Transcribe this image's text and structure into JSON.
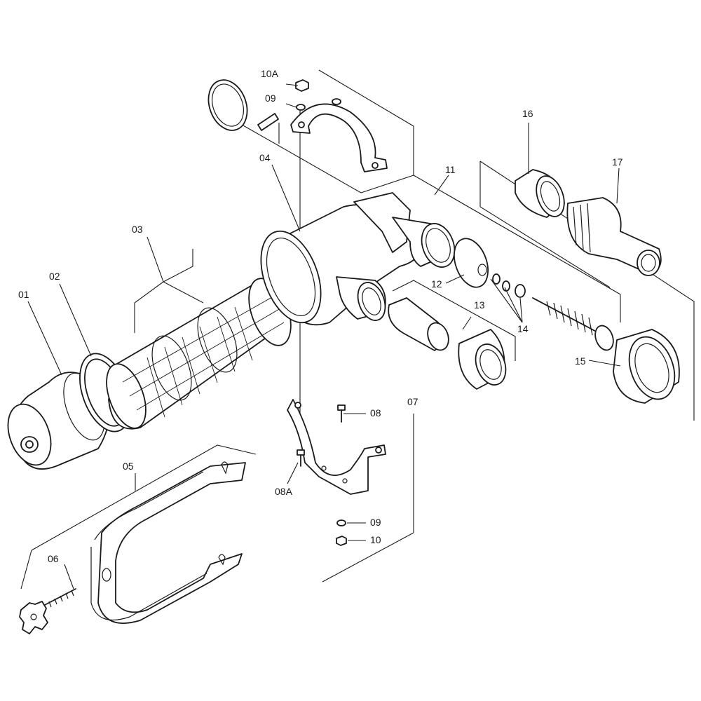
{
  "diagram": {
    "part_labels": [
      "01",
      "02",
      "03",
      "04",
      "05",
      "06",
      "07",
      "08",
      "08A",
      "09",
      "09",
      "10",
      "10A",
      "11",
      "12",
      "13",
      "14",
      "15",
      "16",
      "17"
    ]
  }
}
